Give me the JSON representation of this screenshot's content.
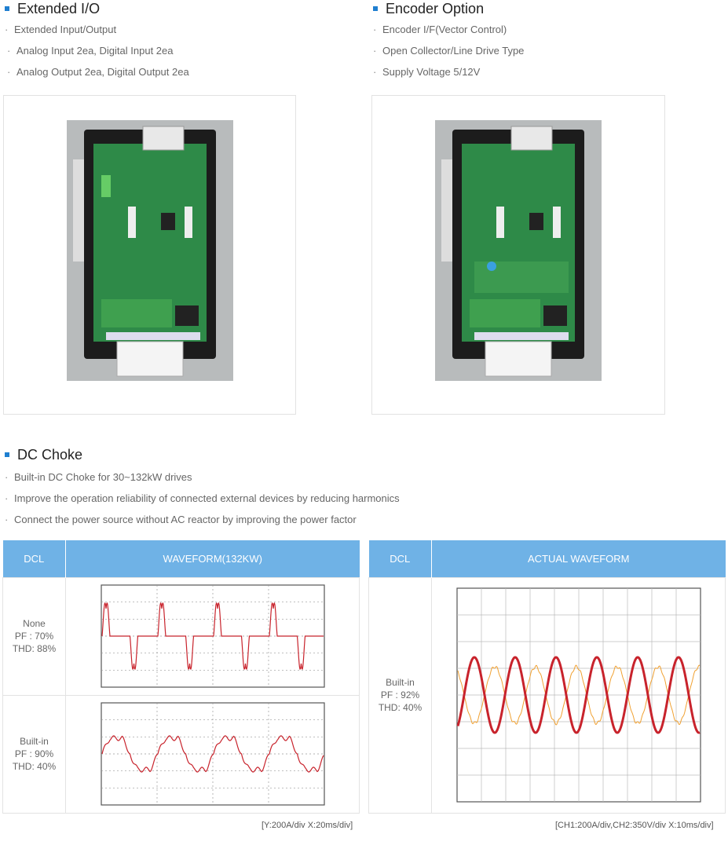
{
  "sections": {
    "extended_io": {
      "title": "Extended I/O",
      "items": [
        "Extended Input/Output",
        "Analog Input 2ea, Digital Input 2ea",
        "Analog Output 2ea, Digital Output 2ea"
      ]
    },
    "encoder": {
      "title": "Encoder Option",
      "items": [
        "Encoder I/F(Vector Control)",
        "Open Collector/Line Drive Type",
        "Supply Voltage 5/12V"
      ]
    },
    "dc_choke": {
      "title": "DC Choke",
      "items": [
        "Built-in DC Choke  for 30~132kW drives",
        "Improve the operation reliability  of connected external devices by reducing harmonics",
        "Connect the power source without AC reactor by improving the power factor"
      ]
    }
  },
  "table_left": {
    "col1": "DCL",
    "col2": "WAVEFORM(132KW)",
    "rows": [
      {
        "l1": "None",
        "l2": "PF   : 70%",
        "l3": "THD: 88%"
      },
      {
        "l1": "Built-in",
        "l2": "PF   : 90%",
        "l3": "THD: 40%"
      }
    ],
    "caption": "[Y:200A/div  X:20ms/div]"
  },
  "table_right": {
    "col1": "DCL",
    "col2": "ACTUAL WAVEFORM",
    "row": {
      "l1": "Built-in",
      "l2": "PF   : 92%",
      "l3": "THD: 40%"
    },
    "caption": "[CH1:200A/div,CH2:350V/div  X:10ms/div]"
  },
  "bullet_char": "·",
  "colors": {
    "accent": "#1f7fd0",
    "header": "#6fb2e6",
    "wave_red": "#c8232c",
    "wave_orange": "#f0a030",
    "pcb": "#2f8a4a"
  }
}
